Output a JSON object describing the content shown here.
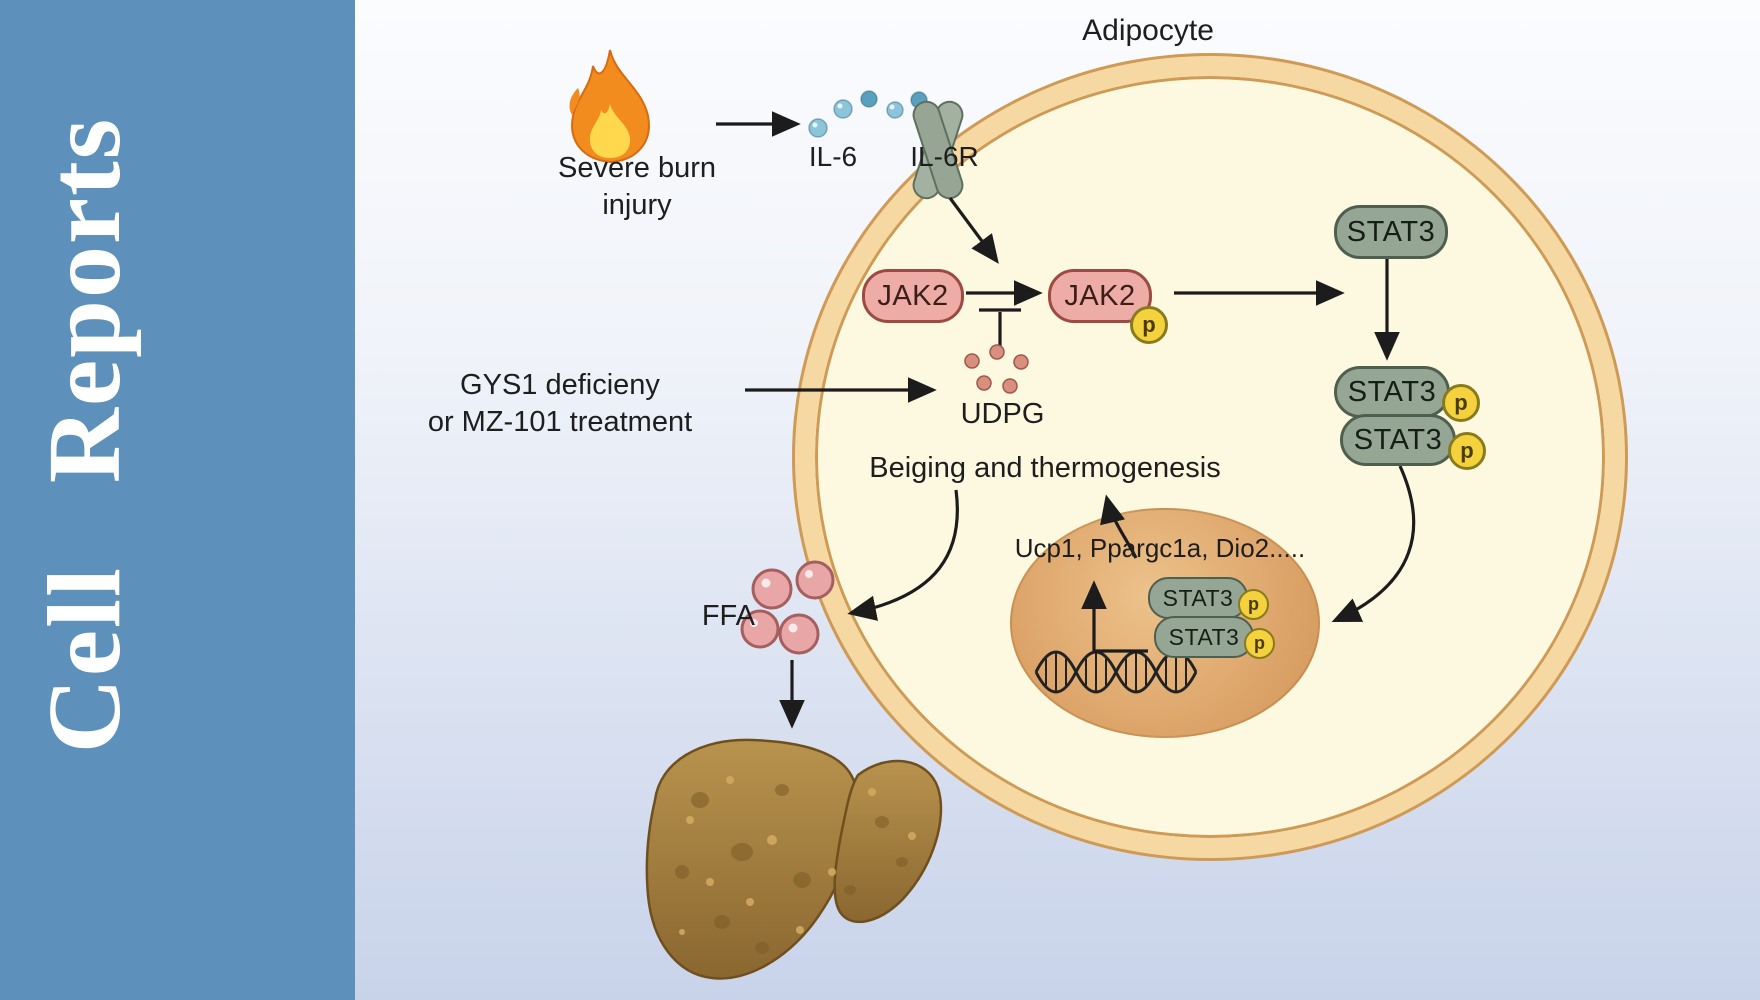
{
  "journal": {
    "name": "Cell Reports"
  },
  "labels": {
    "cell": "Adipocyte",
    "burn1": "Severe burn",
    "burn2": "injury",
    "il6": "IL-6",
    "il6r": "IL-6R",
    "jak2": "JAK2",
    "stat3": "STAT3",
    "p": "p",
    "gys1": "GYS1 deficieny",
    "gys2": "or MZ-101 treatment",
    "udpg": "UDPG",
    "beiging": "Beiging and thermogenesis",
    "genes": "Ucp1, Ppargc1a, Dio2.....",
    "ffa": "FFA"
  },
  "colors": {
    "sidebar": "#5d91bb",
    "membrane": "#f6d9a2",
    "membrane_edge": "#cf9a55",
    "cytoplasm": "#fdf9e0",
    "nucleus": "#dca368",
    "jak2_fill": "#edaca6",
    "jak2_border": "#9c4a42",
    "stat3_fill": "#96a695",
    "stat3_border": "#4f5f4f",
    "phospho_fill": "#f3d23e",
    "phospho_border": "#8a7a1e",
    "il6_dot": "#8cc4da",
    "il6_dot_dark": "#58a0bc",
    "udpg_dot": "#d98f7f",
    "ffa_dot": "#e8a6a6",
    "arrow": "#1c1c1c",
    "fire_outer": "#f28c1e",
    "fire_inner": "#ffd84d",
    "liver": "#a07a38"
  }
}
